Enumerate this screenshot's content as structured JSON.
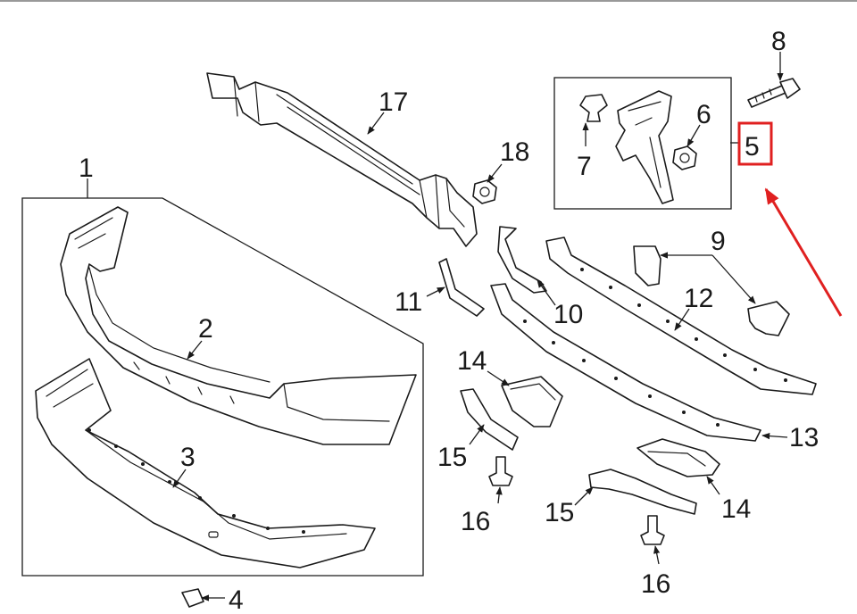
{
  "highlight_color": "#e02020",
  "callouts": [
    {
      "id": "1",
      "label": "1"
    },
    {
      "id": "2",
      "label": "2"
    },
    {
      "id": "3",
      "label": "3"
    },
    {
      "id": "4",
      "label": "4"
    },
    {
      "id": "5",
      "label": "5"
    },
    {
      "id": "6",
      "label": "6"
    },
    {
      "id": "7",
      "label": "7"
    },
    {
      "id": "8",
      "label": "8"
    },
    {
      "id": "9",
      "label": "9"
    },
    {
      "id": "10",
      "label": "10"
    },
    {
      "id": "11",
      "label": "11"
    },
    {
      "id": "12",
      "label": "12"
    },
    {
      "id": "13",
      "label": "13"
    },
    {
      "id": "14a",
      "label": "14"
    },
    {
      "id": "14b",
      "label": "14"
    },
    {
      "id": "15a",
      "label": "15"
    },
    {
      "id": "15b",
      "label": "15"
    },
    {
      "id": "16a",
      "label": "16"
    },
    {
      "id": "16b",
      "label": "16"
    },
    {
      "id": "17",
      "label": "17"
    },
    {
      "id": "18",
      "label": "18"
    }
  ]
}
